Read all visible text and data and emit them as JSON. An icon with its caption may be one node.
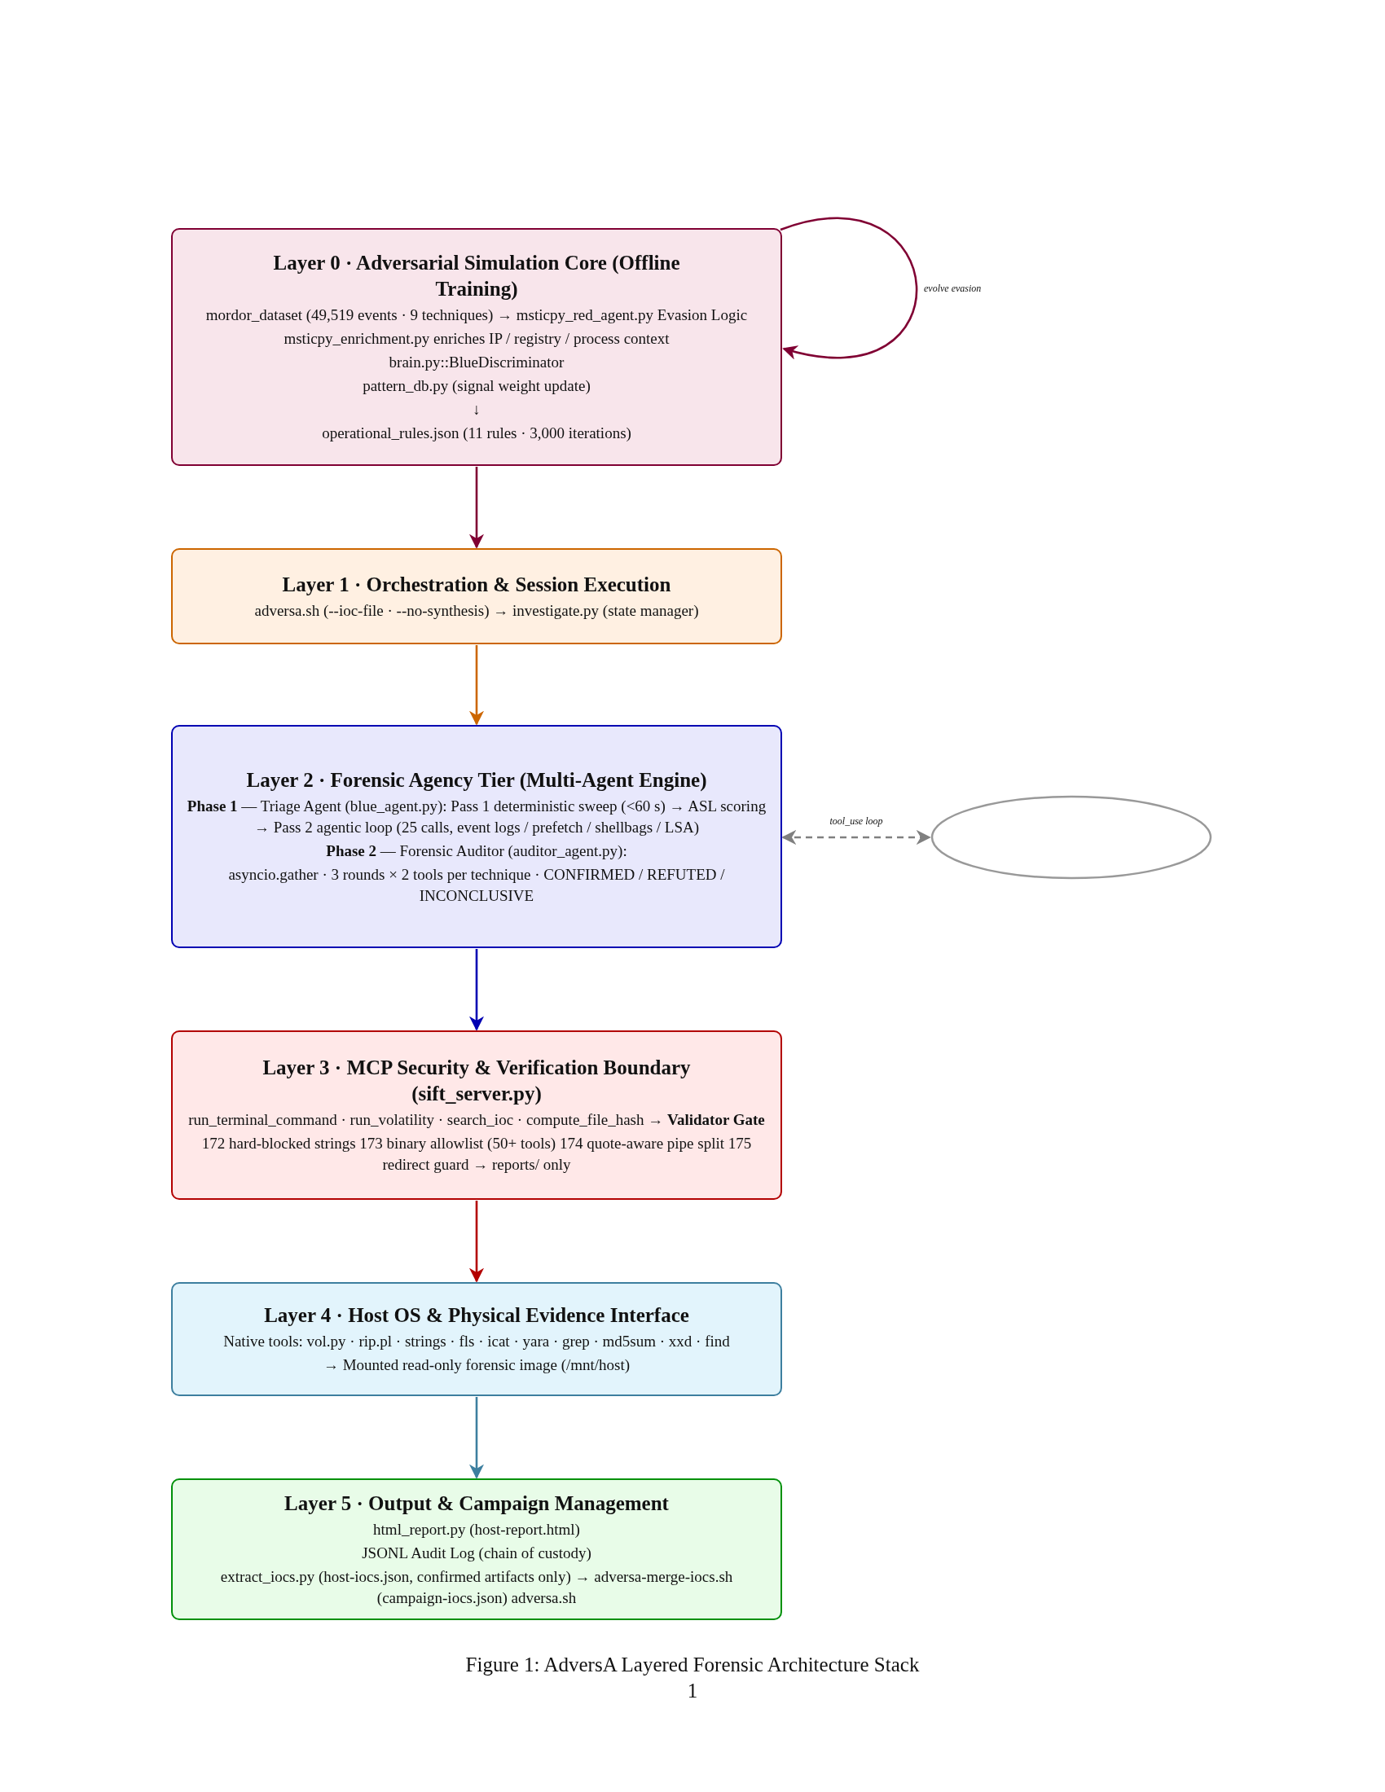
{
  "diagram": {
    "caption": "Figure 1: AdversA Layered Forensic Architecture Stack",
    "nodes": [
      {
        "text": [
          "Layer 0 · Adversarial Simulation Core (Offline Training)",
          "mordor_dataset (49,519 events · 9 techniques) → msticpy_red_agent.py Evasion Logic",
          "msticpy_enrichment.py enriches IP / registry / process context",
          "brain.py::BlueDiscriminator",
          "pattern_db.py (signal weight update)",
          "↓",
          "operational_rules.json (11 rules · 3,000 iterations)"
        ]
      },
      {
        "text": [
          "Layer 1 · Orchestration & Session Execution",
          "adversa.sh (--ioc-file · --no-synthesis) → investigate.py (state manager)"
        ]
      },
      {
        "text": [
          "Layer 2 · Forensic Agency Tier (Multi-Agent Engine)",
          "**Phase 1** — Triage Agent (blue_agent.py): Pass 1 deterministic sweep (<60 s) → ASL scoring → Pass 2 agentic loop (25 calls, event logs / prefetch / shellbags / LSA)",
          "**Phase 2** — Forensic Auditor (auditor_agent.py):",
          "asyncio.gather · 3 rounds × 2 tools per technique · CONFIRMED / REFUTED / INCONCLUSIVE"
        ]
      },
      {
        "text": [
          "Layer 3 · MCP Security & Verification Boundary (sift_server.py)",
          "run_terminal_command · run_volatility · search_ioc · compute_file_hash → **Validator Gate**",
          "172 hard-blocked strings 173 binary allowlist (50+ tools) 174 quote-aware pipe split 175 redirect guard → reports/ only"
        ]
      },
      {
        "text": [
          "Layer 4 · Host OS & Physical Evidence Interface",
          "Native tools: vol.py · rip.pl · strings · fls · icat · yara · grep · md5sum · xxd · find",
          "→ Mounted read-only forensic image (/mnt/host)"
        ]
      },
      {
        "text": [
          "Layer 5 · Output & Campaign Management",
          "html_report.py (host-report.html)",
          "JSONL Audit Log (chain of custody)",
          "extract_iocs.py (host-iocs.json, confirmed artifacts only) → adversa-merge-iocs.sh (campaign-iocs.json) adversa.sh"
        ]
      },
      {
        "text": [],
        "shape": "ellipse"
      }
    ],
    "edges": [
      {
        "from": 0,
        "to": 0,
        "arrow": "to",
        "label": "evolve evasion",
        "color": "#800033"
      },
      {
        "from": 0,
        "to": 1,
        "arrow": "to",
        "color": "#800033"
      },
      {
        "from": 1,
        "to": 2,
        "arrow": "to",
        "color": "#cc6600"
      },
      {
        "from": 2,
        "to": 6,
        "arrow": "both",
        "label": "tool_use loop",
        "style": "dashed",
        "color": "#808080"
      },
      {
        "from": 2,
        "to": 3,
        "arrow": "to",
        "color": "#0000b3"
      },
      {
        "from": 3,
        "to": 4,
        "arrow": "to",
        "color": "#b30000"
      },
      {
        "from": 4,
        "to": 5,
        "arrow": "to",
        "color": "#3d7f9f"
      }
    ],
    "labels": [
      "1"
    ]
  }
}
